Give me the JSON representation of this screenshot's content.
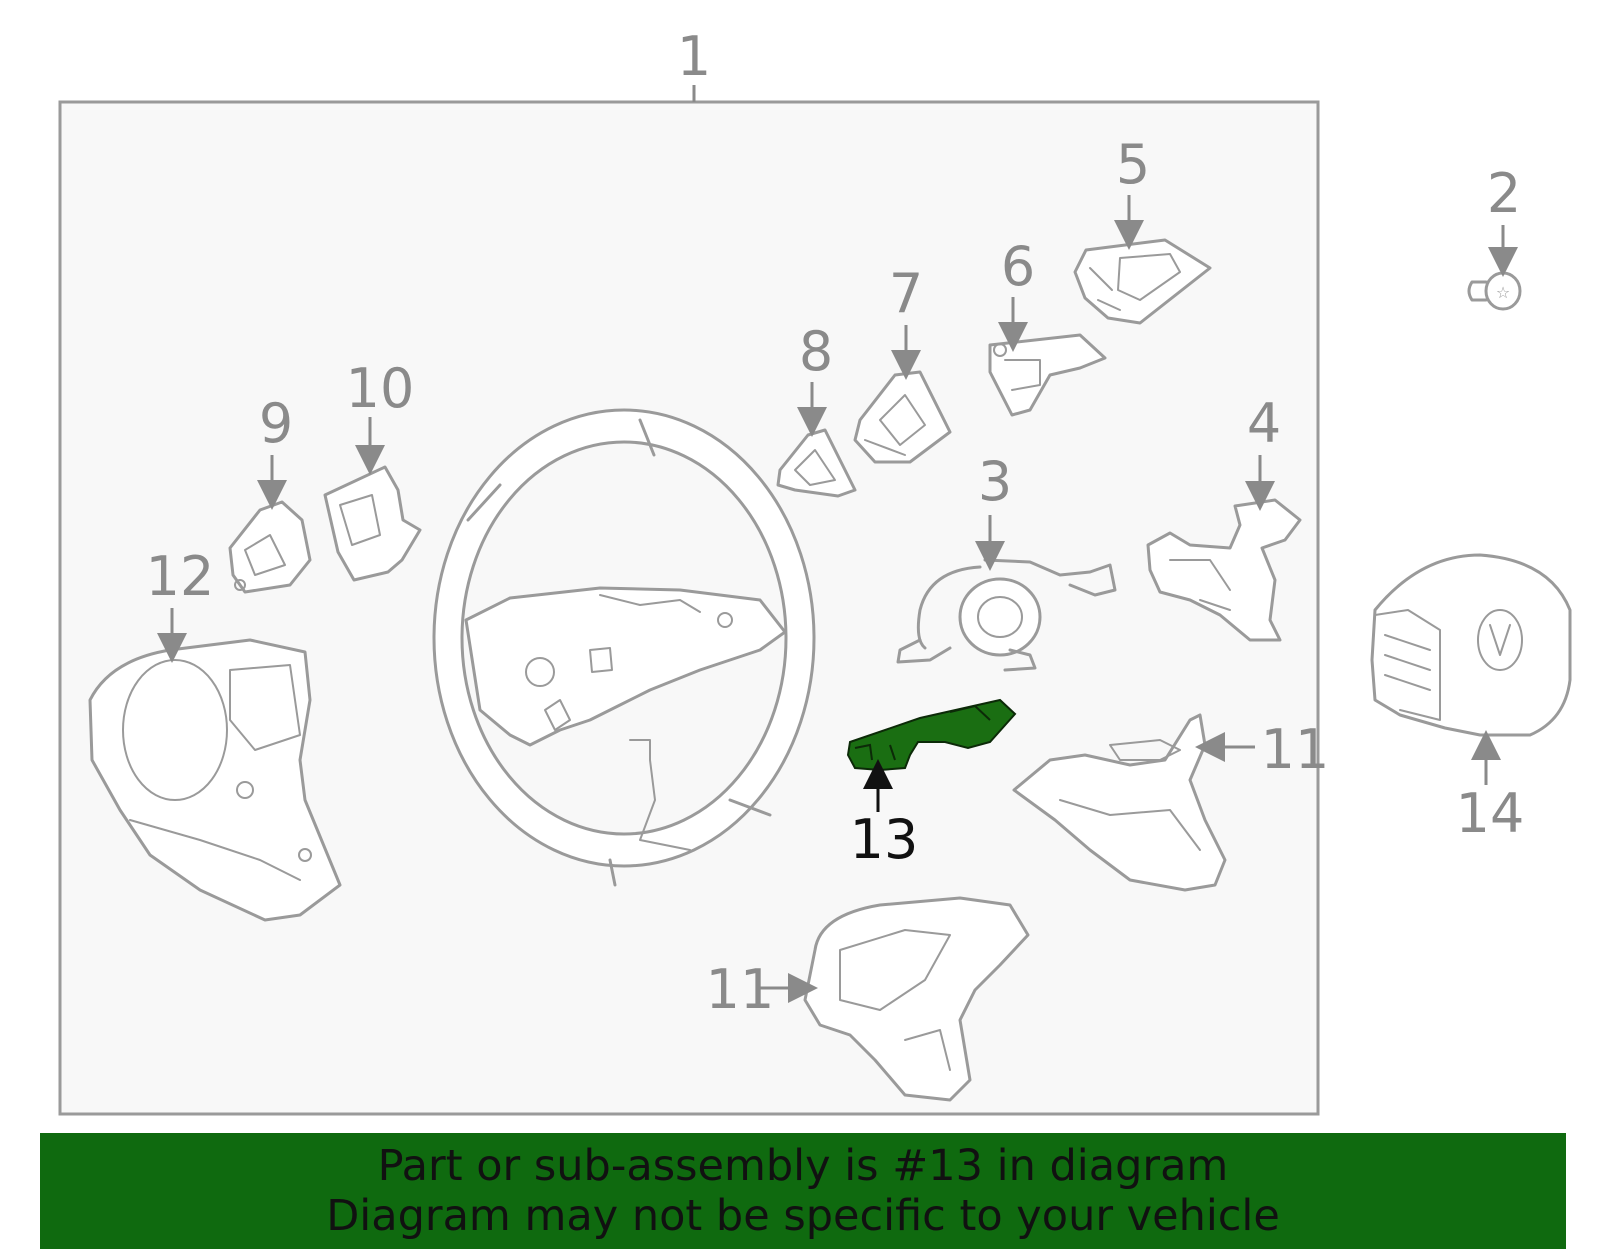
{
  "diagram": {
    "group_label": "1",
    "highlight_color": "#1a6e12",
    "banner_color": "#0f6a0f",
    "callouts": {
      "c2": "2",
      "c3": "3",
      "c4": "4",
      "c5": "5",
      "c6": "6",
      "c7": "7",
      "c8": "8",
      "c9": "9",
      "c10": "10",
      "c11a": "11",
      "c11b": "11",
      "c12": "12",
      "c13": "13",
      "c14": "14"
    }
  },
  "banner": {
    "line1": "Part or sub-assembly is #13 in diagram",
    "line2": "Diagram may not be specific to your vehicle"
  }
}
